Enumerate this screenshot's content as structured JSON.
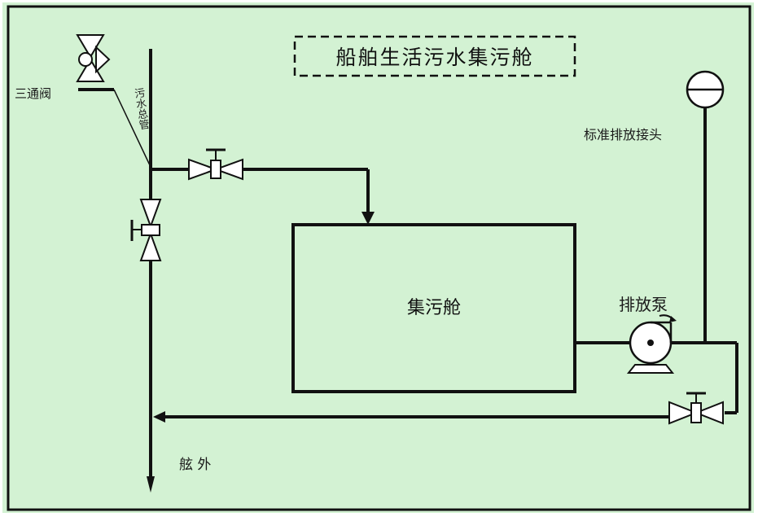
{
  "title": "船舶生活污水集污舱",
  "tank_label": "集污舱",
  "labels": {
    "three_way_valve": "三通阀",
    "standard_discharge_connector": "标准排放接头",
    "discharge_pump": "排放泵",
    "overboard": "舷 外",
    "vertical_pipe": "污水总管"
  },
  "colors": {
    "background": "#d3f2d3",
    "line": "#111111",
    "valve_fill": "#ffffff"
  }
}
